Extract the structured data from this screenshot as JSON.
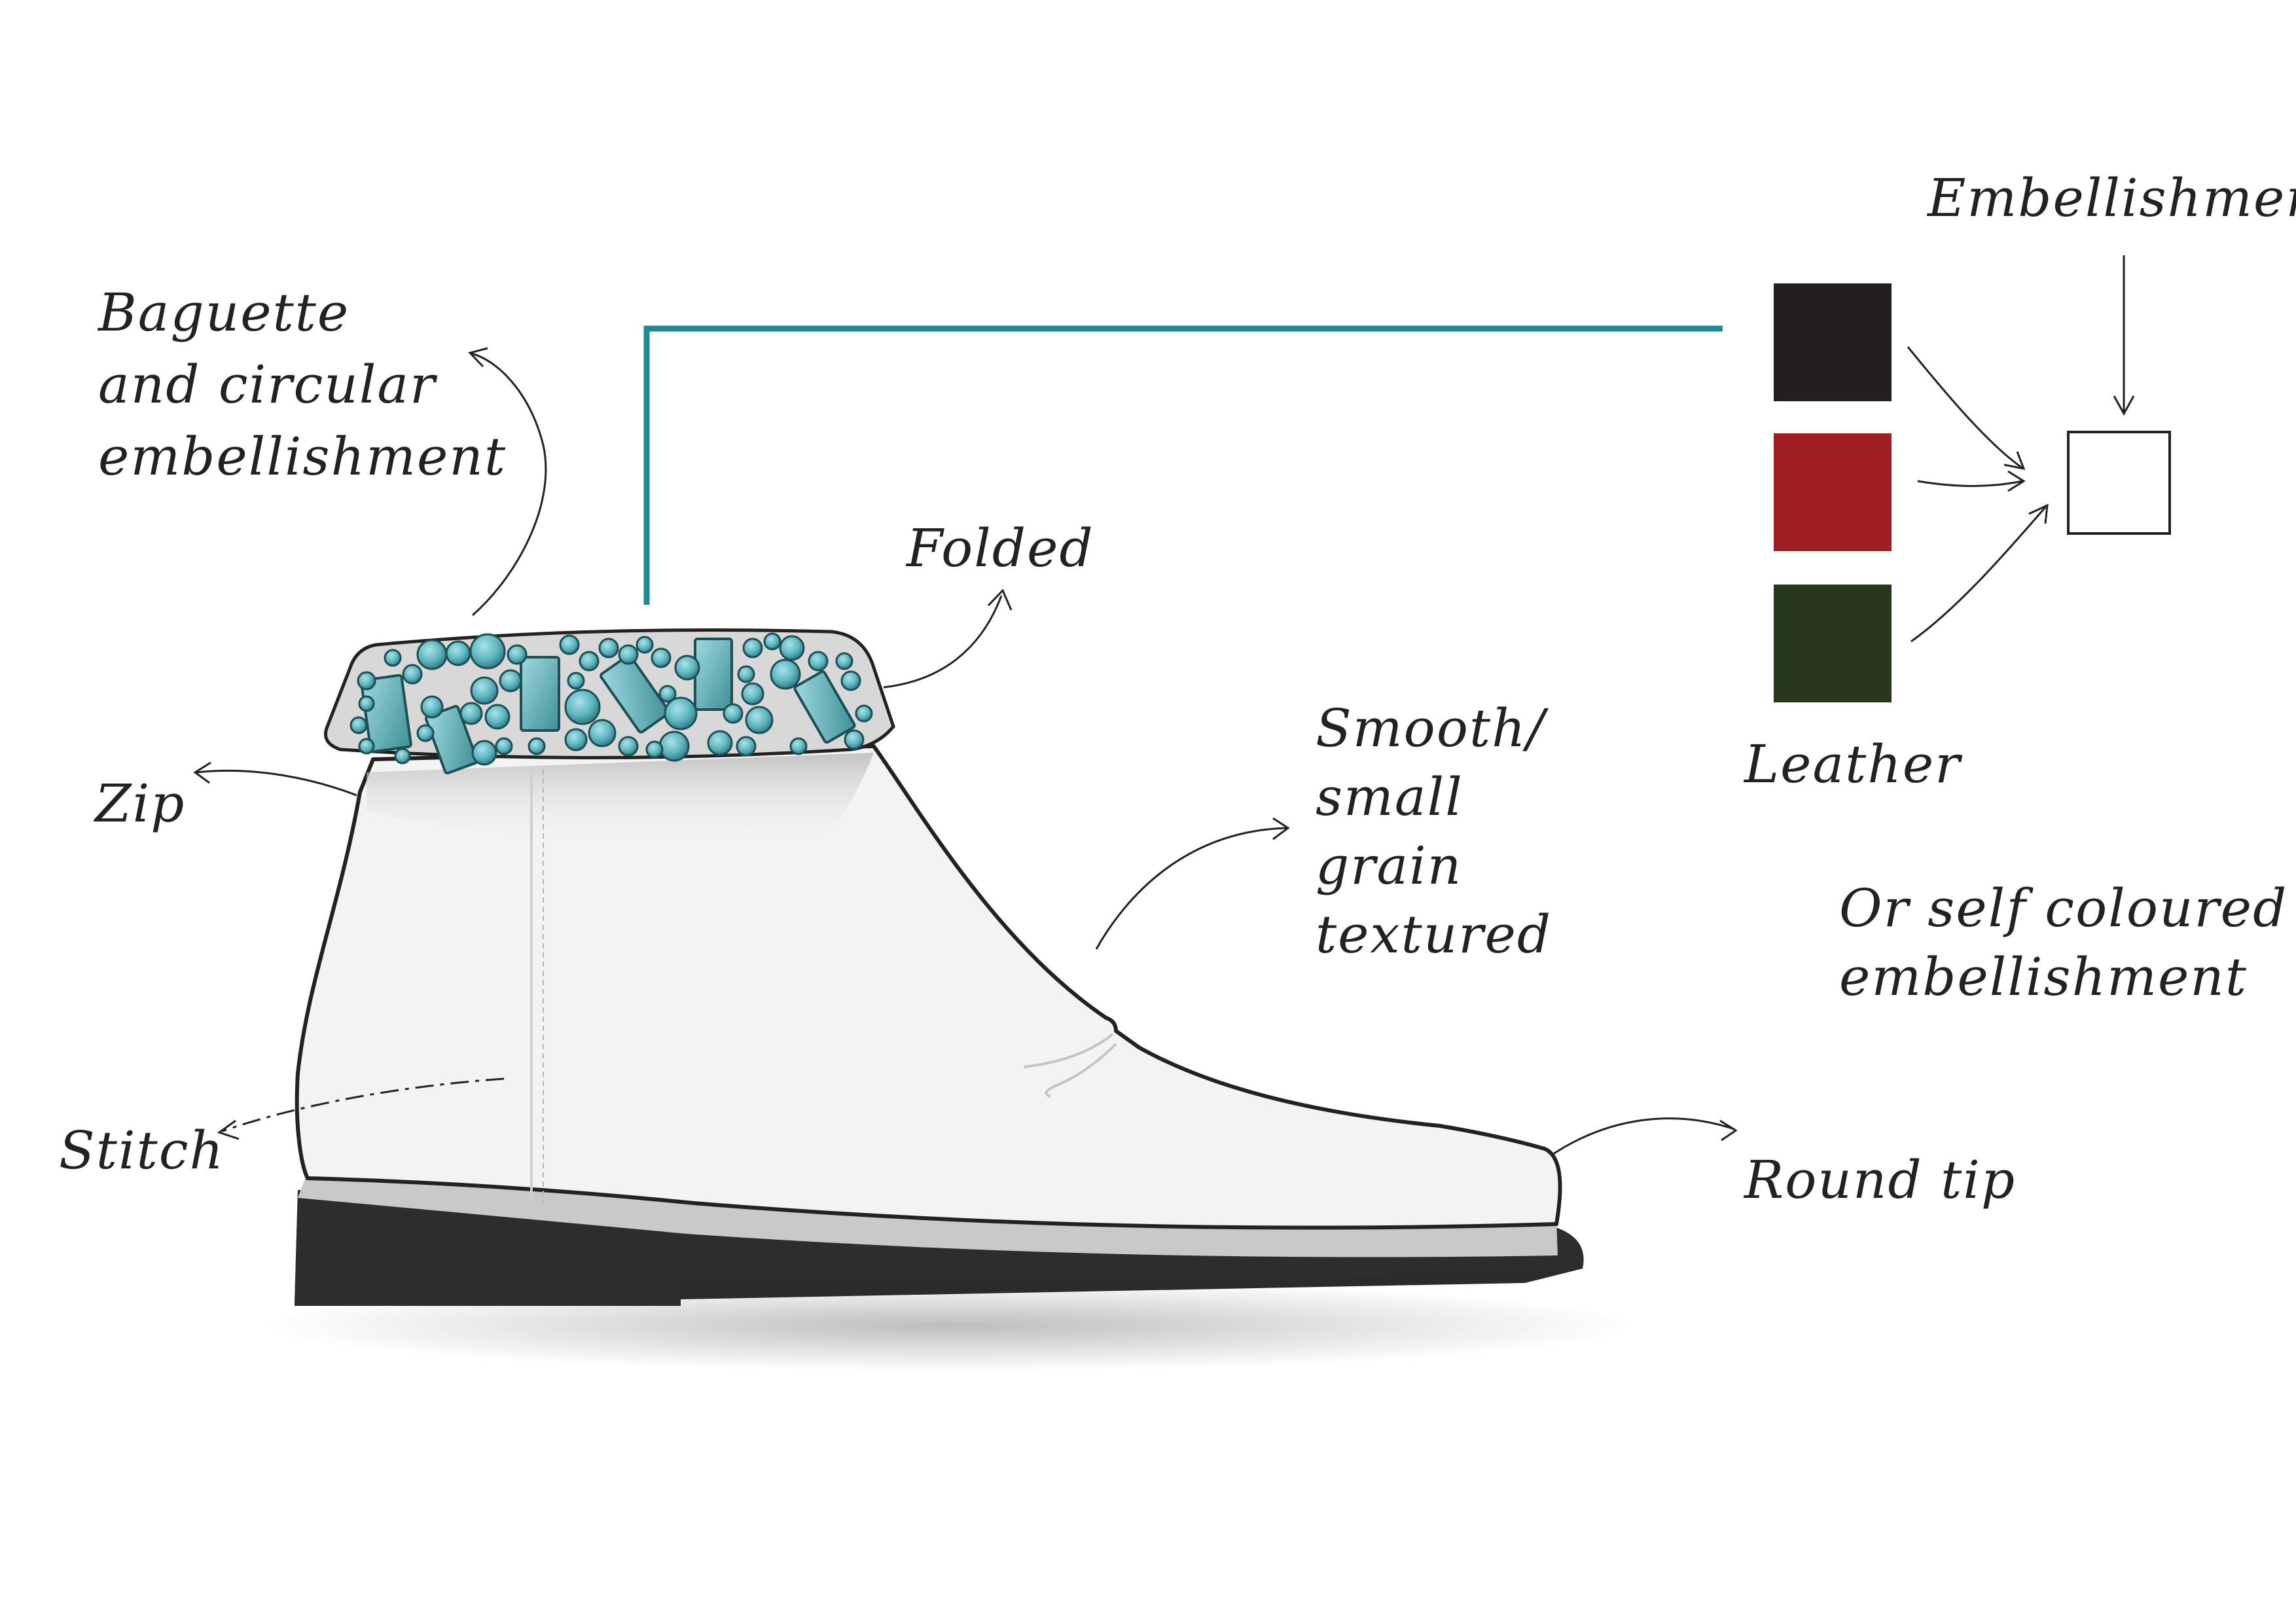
{
  "labels": {
    "baguette_line1": "Baguette",
    "baguette_line2": "and circular",
    "baguette_line3": "embellishment",
    "folded": "Folded",
    "zip": "Zip",
    "stitch": "Stitch",
    "smooth_line1": "Smooth/",
    "smooth_line2": "small",
    "smooth_line3": "grain",
    "smooth_line4": "textured",
    "round_tip": "Round tip",
    "embellishment": "Embellishment",
    "leather": "Leather",
    "self_line1": "Or self coloured",
    "self_line2": "embellishment"
  },
  "swatches": [
    {
      "name": "black",
      "color": "#231f20"
    },
    {
      "name": "red",
      "color": "#9e1e23"
    },
    {
      "name": "green",
      "color": "#27381c"
    }
  ],
  "colors": {
    "connector": "#1f8a96",
    "gem": "#5fb7c0",
    "gem_light": "#8fd3da",
    "cuff": "#d8d8d8",
    "boot": "#f2f3f5",
    "sole": "#2b2b2b",
    "welt": "#c8c9cb"
  }
}
